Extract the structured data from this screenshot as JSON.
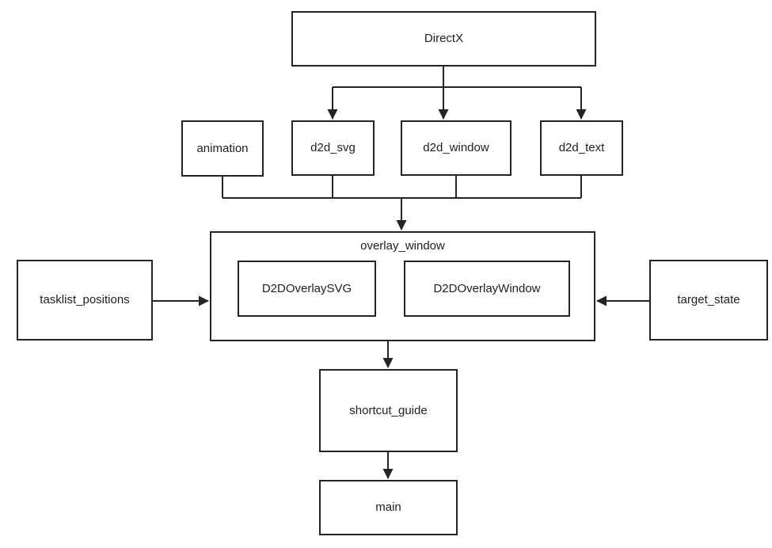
{
  "diagram": {
    "background_color": "#ffffff",
    "line_color": "#242424",
    "text_color": "#1f1f1f",
    "nodes": {
      "directx": {
        "label": "DirectX"
      },
      "animation": {
        "label": "animation"
      },
      "d2d_svg": {
        "label": "d2d_svg"
      },
      "d2d_window": {
        "label": "d2d_window"
      },
      "d2d_text": {
        "label": "d2d_text"
      },
      "overlay_window": {
        "label": "overlay_window"
      },
      "d2d_overlay_svg": {
        "label": "D2DOverlaySVG"
      },
      "d2d_overlay_window": {
        "label": "D2DOverlayWindow"
      },
      "tasklist_positions": {
        "label": "tasklist_positions"
      },
      "target_state": {
        "label": "target_state"
      },
      "shortcut_guide": {
        "label": "shortcut_guide"
      },
      "main": {
        "label": "main"
      }
    },
    "edges": [
      {
        "from": "DirectX",
        "to": "d2d_svg",
        "arrow": "down"
      },
      {
        "from": "DirectX",
        "to": "d2d_window",
        "arrow": "down"
      },
      {
        "from": "DirectX",
        "to": "d2d_text",
        "arrow": "down"
      },
      {
        "from": "animation",
        "to": "overlay_window",
        "arrow": "down"
      },
      {
        "from": "d2d_svg",
        "to": "overlay_window",
        "arrow": "down"
      },
      {
        "from": "d2d_window",
        "to": "overlay_window",
        "arrow": "down"
      },
      {
        "from": "d2d_text",
        "to": "overlay_window",
        "arrow": "down"
      },
      {
        "from": "tasklist_positions",
        "to": "overlay_window",
        "arrow": "right"
      },
      {
        "from": "target_state",
        "to": "overlay_window",
        "arrow": "left"
      },
      {
        "from": "overlay_window",
        "to": "shortcut_guide",
        "arrow": "down"
      },
      {
        "from": "shortcut_guide",
        "to": "main",
        "arrow": "down"
      }
    ]
  }
}
